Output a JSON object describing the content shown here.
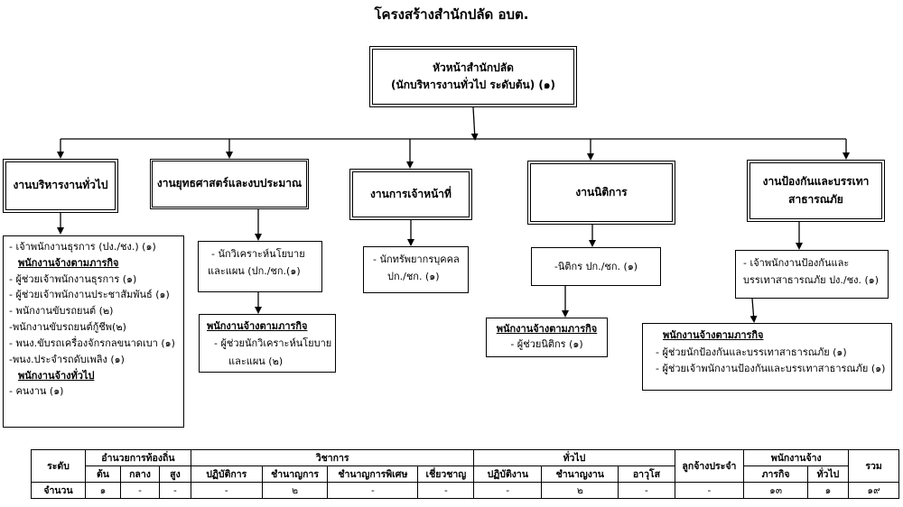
{
  "title": "โครงสร้างสำนักปลัด อบต.",
  "head": {
    "line1": "หัวหน้าสำนักปลัด",
    "line2": "(นักบริหารงานทั่วไป  ระดับต้น) (๑)"
  },
  "divisions": [
    {
      "label": "งานบริหารงานทั่วไป"
    },
    {
      "label": "งานยุทธศาสตร์และงบประมาณ"
    },
    {
      "label": "งานการเจ้าหน้าที่"
    },
    {
      "label": "งานนิติการ"
    },
    {
      "label": "งานป้องกันและบรรเทา",
      "label2": "สาธารณภัย"
    }
  ],
  "general_staff": {
    "lines": [
      "- เจ้าพนักงานธุรการ (ปง./ชง.) (๑)",
      "พนักงานจ้างตามภารกิจ",
      "- ผู้ช่วยเจ้าพนักงานธุรการ (๑)",
      "- ผู้ช่วยเจ้าพนักงานประชาสัมพันธ์ (๑)",
      "- พนักงานขับรถยนต์ (๒)",
      "-พนักงานขับรถยนต์กู้ชีพ(๒)",
      "- พนง.ขับรถเครื่องจักรกลขนาดเบา (๑)",
      "-พนง.ประจำรถดับเพลิง (๑)",
      "พนักงานจ้างทั่วไป",
      "-  คนงาน  (๑)"
    ]
  },
  "strategy_staff": {
    "line1": "- นักวิเคราะห์นโยบาย",
    "line2": "และแผน (ปก./ชก.(๑)",
    "mission_title": "พนักงานจ้างตามภารกิจ",
    "mission1": "- ผู้ช่วยนักวิเคราะห์นโยบาย",
    "mission2": "และแผน  (๒)"
  },
  "personnel_staff": {
    "line1": "- นักทรัพยากรบุคคล",
    "line2": "ปก./ชก. (๑)"
  },
  "legal_staff": {
    "line1": "-นิติกร ปก./ชก. (๑)",
    "mission_title": "พนักงานจ้างตามภารกิจ",
    "mission1": "- ผู้ช่วยนิติกร (๑)"
  },
  "disaster_staff": {
    "line1": "- เจ้าพนักงานป้องกันและ",
    "line2": "บรรเทาสาธารณภัย ปง./ชง. (๑)",
    "mission_title": "พนักงานจ้างตามภารกิจ",
    "mission1": "- ผู้ช่วยนักป้องกันและบรรเทาสาธารณภัย  (๑)",
    "mission2": "- ผู้ช่วยเจ้าพนักงานป้องกันและบรรเทาสาธารณภัย  (๑)"
  },
  "table": {
    "level": "ระดับ",
    "local_exec": "อำนวยการท้องถิ่น",
    "academic": "วิชาการ",
    "general": "ทั่วไป",
    "regular_emp": "ลูกจ้างประจำ",
    "contract_emp": "พนักงานจ้าง",
    "total": "รวม",
    "sub": [
      "ต้น",
      "กลาง",
      "สูง",
      "ปฏิบัติการ",
      "ชำนาญการ",
      "ชำนาญการพิเศษ",
      "เชี่ยวชาญ",
      "ปฏิบัติงาน",
      "ชำนาญงาน",
      "อาวุโส",
      "ภารกิจ",
      "ทั่วไป"
    ],
    "count_label": "จำนวน",
    "counts": [
      "๑",
      "-",
      "-",
      "-",
      "๒",
      "-",
      "-",
      "-",
      "๒",
      "-",
      "-",
      "๑๓",
      "๑",
      "๑๙"
    ]
  }
}
